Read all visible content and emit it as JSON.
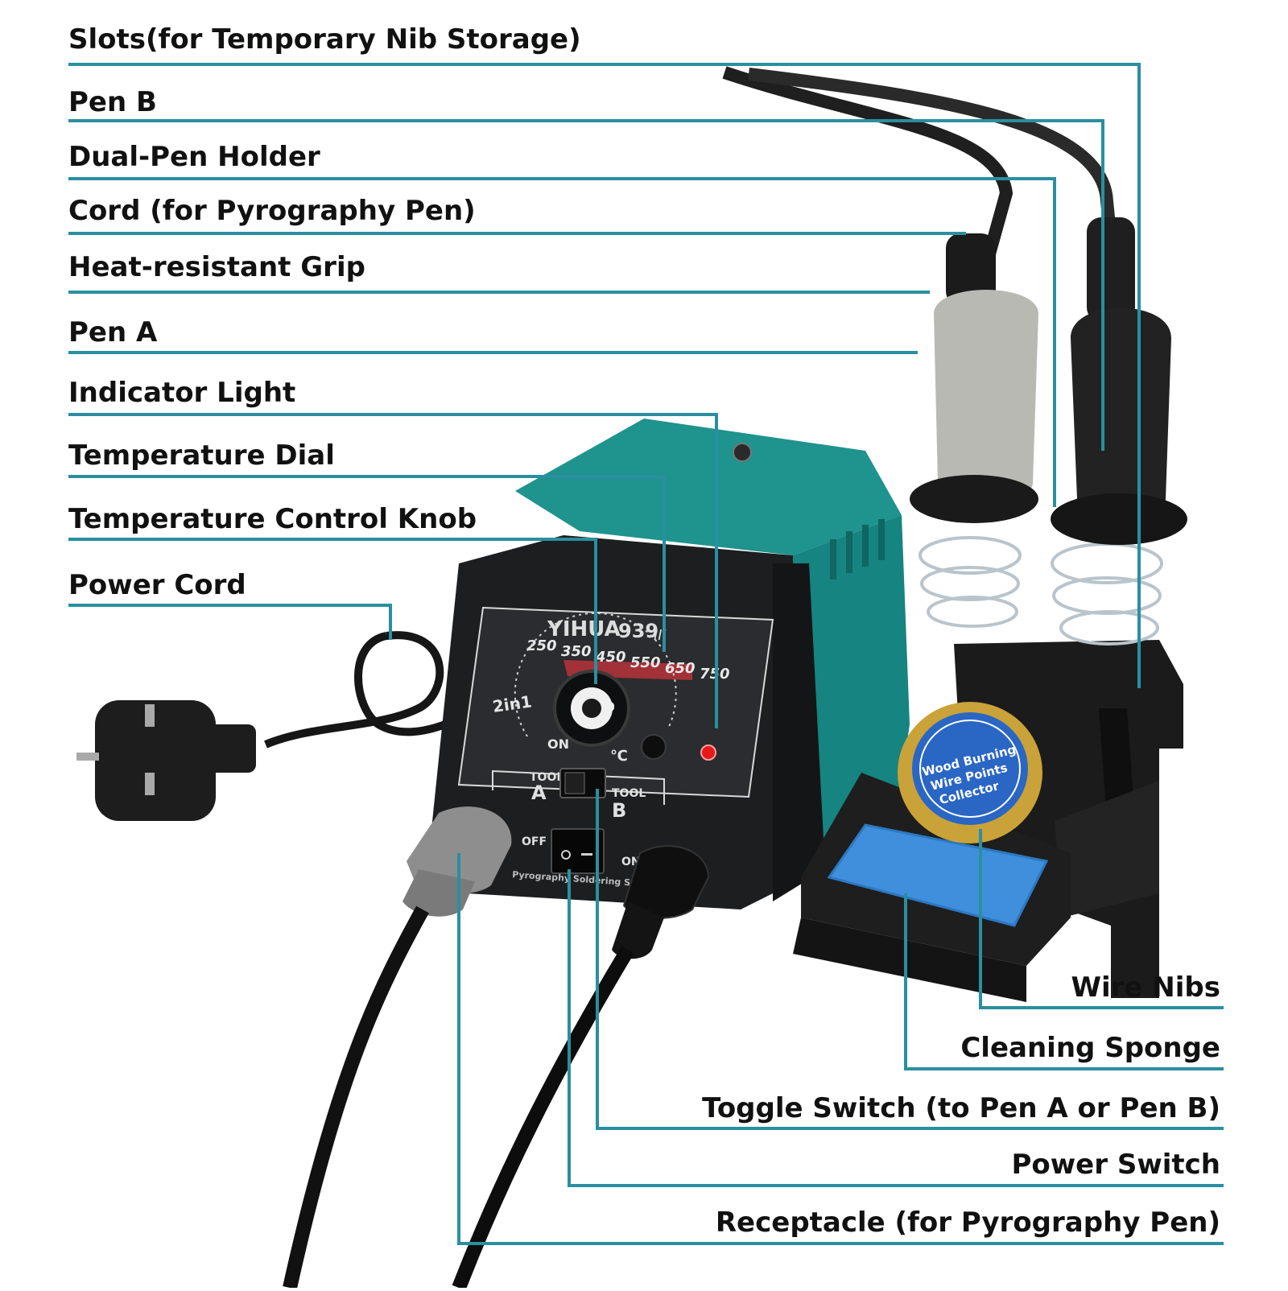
{
  "colors": {
    "leader": "#2a8fa0",
    "teal": "#1b8f8a",
    "body_black": "#1c1e20",
    "cord": "#1a1a1a",
    "sponge": "#3f8fdc",
    "tin_gold": "#c9a23a",
    "tin_blue": "#2a66c4",
    "grip_grey": "#b9b9b4",
    "grip_black": "#222222",
    "indicator_red": "#e21a1a"
  },
  "labels_left": [
    "Slots(for Temporary Nib Storage)",
    "Pen B",
    "Dual-Pen Holder",
    "Cord (for Pyrography Pen)",
    "Heat-resistant Grip",
    "Pen A",
    "Indicator Light",
    "Temperature Dial",
    "Temperature Control Knob",
    "Power Cord"
  ],
  "labels_right": [
    "Wire Nibs",
    "Cleaning Sponge",
    "Toggle Switch (to Pen A or Pen B)",
    "Power Switch",
    "Receptacle (for Pyrography Pen)"
  ],
  "device": {
    "brand": "YIHUA",
    "model": "939",
    "model_suffix": "III",
    "dial_ticks": [
      "250",
      "350",
      "450",
      "550",
      "650",
      "750"
    ],
    "badge": "2in1",
    "on_label": "ON",
    "temp_symbol": "℃",
    "tool_word": "TOOL",
    "tool_a": "A",
    "tool_b": "B",
    "switch_off": "OFF",
    "switch_on": "ON",
    "front_text": "Pyrography Soldering St",
    "tin_lines": [
      "Wood Burning",
      "Wire Points",
      "Collector"
    ]
  }
}
